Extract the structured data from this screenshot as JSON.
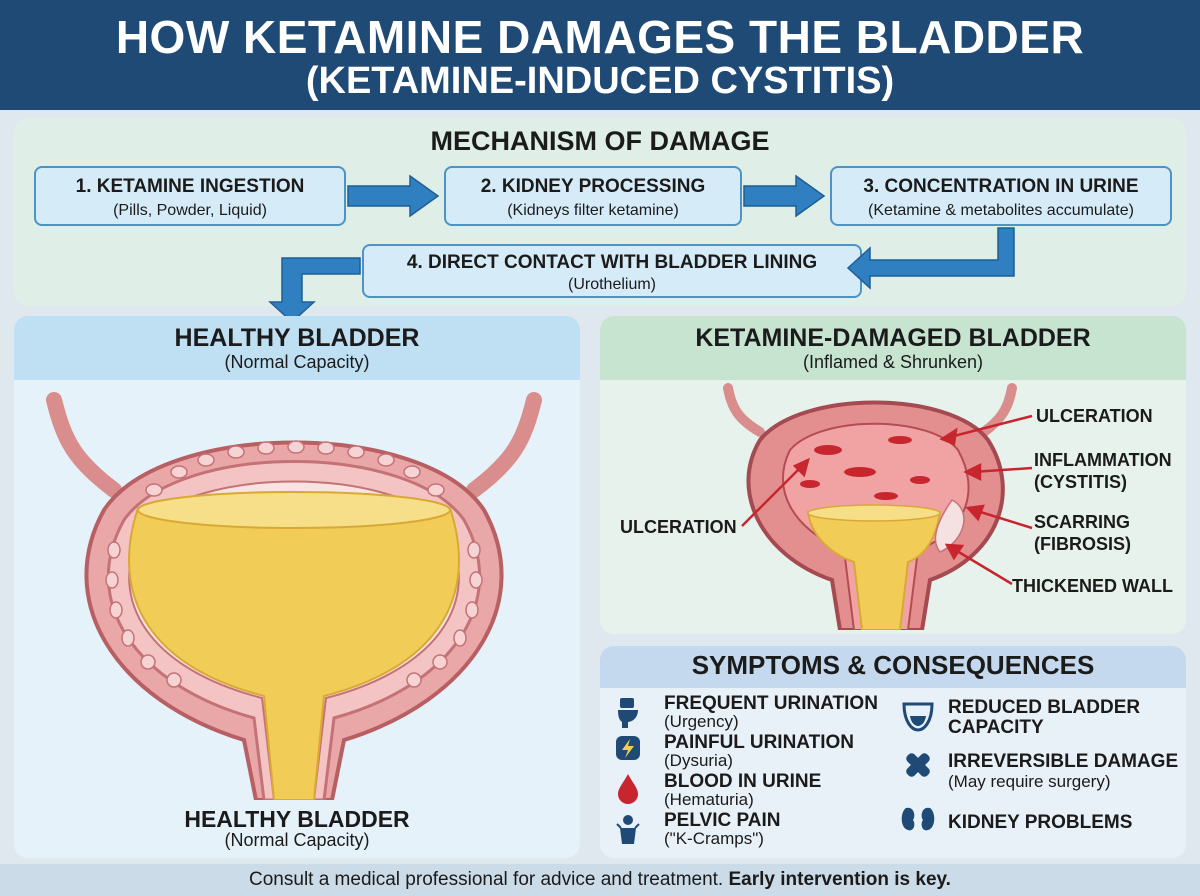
{
  "title": {
    "line1": "HOW KETAMINE DAMAGES THE BLADDER",
    "line2": "(KETAMINE-INDUCED CYSTITIS)"
  },
  "mechanism": {
    "title": "MECHANISM OF DAMAGE",
    "steps": [
      {
        "heading": "1. KETAMINE INGESTION",
        "sub": "(Pills, Powder, Liquid)"
      },
      {
        "heading": "2. KIDNEY PROCESSING",
        "sub": "(Kidneys filter ketamine)"
      },
      {
        "heading": "3. CONCENTRATION IN URINE",
        "sub": "(Ketamine & metabolites accumulate)"
      },
      {
        "heading": "4. DIRECT CONTACT WITH BLADDER LINING",
        "sub": "(Urothelium)"
      }
    ]
  },
  "healthy": {
    "title": "HEALTHY BLADDER",
    "subtitle": "(Normal Capacity)",
    "caption_title": "HEALTHY BLADDER",
    "caption_sub": "(Normal Capacity)"
  },
  "damaged": {
    "title": "KETAMINE-DAMAGED BLADDER",
    "subtitle": "(Inflamed & Shrunken)",
    "labels": {
      "ulceration_top": "ULCERATION",
      "inflammation_1": "INFLAMMATION",
      "inflammation_2": "(CYSTITIS)",
      "scarring_1": "SCARRING",
      "scarring_2": "(FIBROSIS)",
      "thickened": "THICKENED WALL",
      "ulceration_left": "ULCERATION"
    }
  },
  "symptoms": {
    "title": "SYMPTOMS & CONSEQUENCES",
    "left": [
      {
        "icon": "toilet-icon",
        "heading": "FREQUENT URINATION",
        "sub": "(Urgency)"
      },
      {
        "icon": "pain-bolt-icon",
        "heading": "PAINFUL URINATION",
        "sub": "(Dysuria)"
      },
      {
        "icon": "blood-drop-icon",
        "heading": "BLOOD IN URINE",
        "sub": "(Hematuria)"
      },
      {
        "icon": "pelvic-pain-icon",
        "heading": "PELVIC PAIN",
        "sub": "(\"K-Cramps\")"
      }
    ],
    "right": [
      {
        "icon": "shrunken-bladder-icon",
        "heading1": "REDUCED BLADDER",
        "heading2": "CAPACITY"
      },
      {
        "icon": "broken-bandage-icon",
        "heading": "IRREVERSIBLE DAMAGE",
        "sub": "(May require surgery)"
      },
      {
        "icon": "kidneys-icon",
        "heading": "KIDNEY PROBLEMS"
      }
    ]
  },
  "footer": {
    "text": "Consult a medical professional for advice and treatment.",
    "bold": "Early intervention is key."
  },
  "colors": {
    "title_bg": "#1e4a75",
    "arrow_blue": "#2f7fc1",
    "urine": "#f1cc57",
    "bladder_wall": "#e9a7a7",
    "damage_red": "#c8262e"
  }
}
